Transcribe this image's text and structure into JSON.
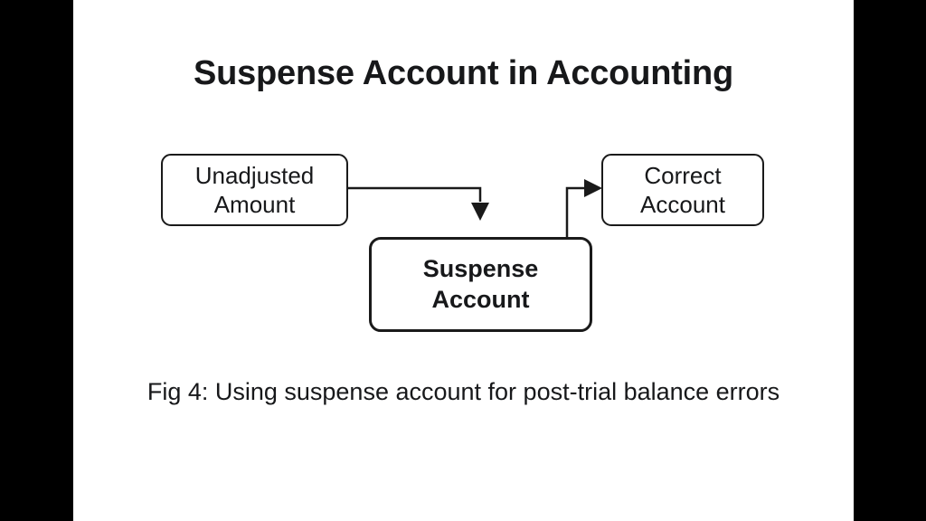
{
  "slide": {
    "title": "Suspense Account in Accounting",
    "caption": "Fig 4: Using suspense account for post-trial balance errors",
    "background_color": "#ffffff",
    "letterbox_color": "#000000",
    "text_color": "#17181a",
    "stroke_color": "#1a1a1a"
  },
  "diagram": {
    "nodes": [
      {
        "id": "unadjusted-amount",
        "label": "Unadjusted Amount",
        "line1": "Unadjusted",
        "line2": "Amount",
        "emphasis": "normal"
      },
      {
        "id": "suspense-account",
        "label": "Suspense Account",
        "line1": "Suspense",
        "line2": "Account",
        "emphasis": "bold"
      },
      {
        "id": "correct-account",
        "label": "Correct Account",
        "line1": "Correct",
        "line2": "Account",
        "emphasis": "normal"
      }
    ],
    "connectors": [
      {
        "id": "unadjusted-to-suspense",
        "from": "unadjusted-amount",
        "to": "suspense-account",
        "arrowhead": "down"
      },
      {
        "id": "suspense-to-correct",
        "from": "suspense-account",
        "to": "correct-account",
        "arrowhead": "right"
      }
    ]
  }
}
